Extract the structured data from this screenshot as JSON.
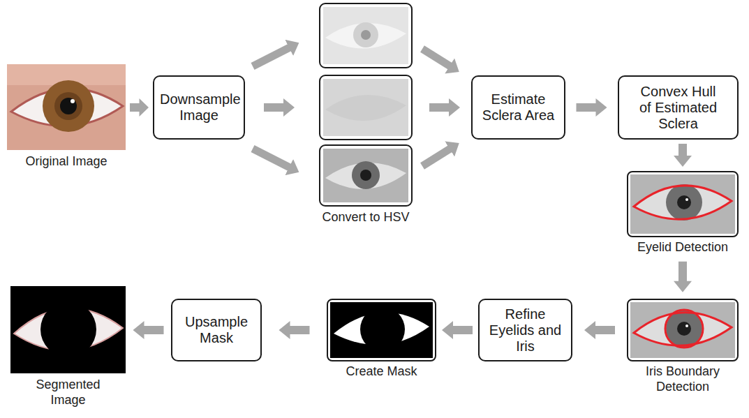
{
  "diagram": {
    "nodes": [
      {
        "text": [
          "Original Image"
        ]
      },
      {
        "text": [
          "Downsample Image"
        ]
      },
      {
        "text": [
          "Convert to HSV"
        ]
      },
      {
        "text": [
          "Estimate Sclera Area"
        ]
      },
      {
        "text": [
          "Convex Hull of Estimated Sclera"
        ]
      },
      {
        "text": [
          "Eyelid Detection"
        ]
      },
      {
        "text": [
          "Iris Boundary Detection"
        ]
      },
      {
        "text": [
          "Refine Eyelids and Iris"
        ]
      },
      {
        "text": [
          "Create Mask"
        ]
      },
      {
        "text": [
          "Upsample Mask"
        ]
      },
      {
        "text": [
          "Segmented Image"
        ]
      }
    ],
    "edges": [
      {
        "from": 0,
        "to": 1,
        "arrow": "to"
      },
      {
        "from": 1,
        "to": 2,
        "arrow": "to"
      },
      {
        "from": 2,
        "to": 3,
        "arrow": "to"
      },
      {
        "from": 3,
        "to": 4,
        "arrow": "to"
      },
      {
        "from": 4,
        "to": 5,
        "arrow": "to"
      },
      {
        "from": 5,
        "to": 6,
        "arrow": "to"
      },
      {
        "from": 6,
        "to": 7,
        "arrow": "to"
      },
      {
        "from": 7,
        "to": 8,
        "arrow": "to"
      },
      {
        "from": 8,
        "to": 9,
        "arrow": "to"
      },
      {
        "from": 9,
        "to": 10,
        "arrow": "to"
      }
    ]
  }
}
